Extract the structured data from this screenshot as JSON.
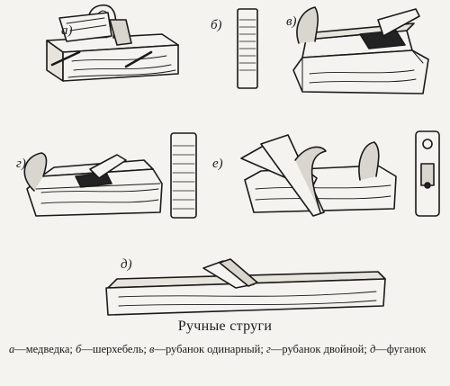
{
  "figure": {
    "labels": {
      "a": "а)",
      "b": "б)",
      "v": "в)",
      "g": "г)",
      "d": "д)",
      "e": "е)"
    }
  },
  "caption": {
    "title": "Ручные струги",
    "items": [
      {
        "letter": "а",
        "text": "—медведка; "
      },
      {
        "letter": "б",
        "text": "—шерхебель; "
      },
      {
        "letter": "в",
        "text": "—рубанок одинарный; "
      },
      {
        "letter": "г",
        "text": "—рубанок двойной; "
      },
      {
        "letter": "д",
        "text": "—фуганок"
      }
    ]
  }
}
